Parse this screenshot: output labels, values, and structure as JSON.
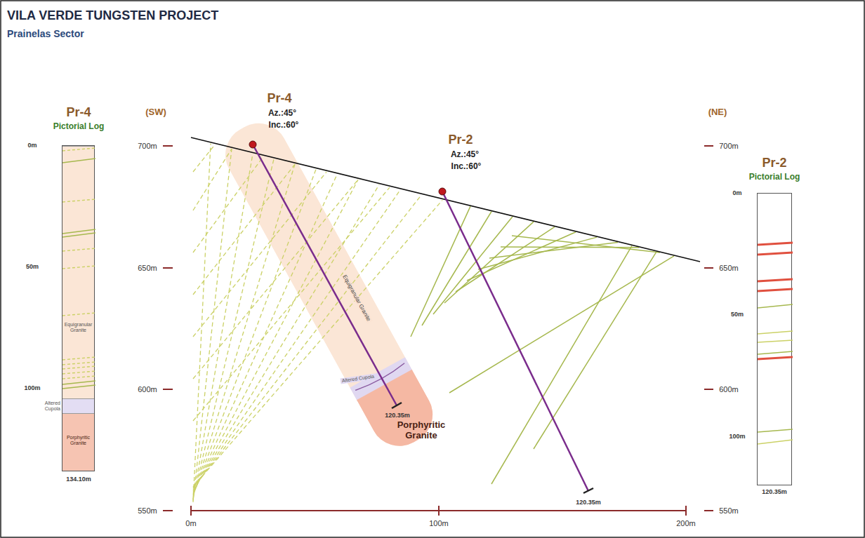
{
  "diagram": {
    "title": "VILA VERDE TUNGSTEN PROJECT",
    "nodes": [
      {
        "text": [
          "Pr-4",
          "Pictorial Log",
          "134.10m"
        ]
      },
      {
        "text": [
          "Equigranular Granite"
        ],
        "in": 0
      },
      {
        "text": [
          "Altered Cupola"
        ],
        "in": 0
      },
      {
        "text": [
          "Porphyritic Granite"
        ],
        "in": 0
      },
      {
        "text": [
          "Pr-2",
          "Pictorial Log",
          "120.35m"
        ]
      }
    ],
    "labels": [
      "Prainelas Sector",
      "(SW)",
      "(NE)",
      "700m",
      "650m",
      "600m",
      "550m",
      "700m",
      "650m",
      "600m",
      "550m",
      "0m",
      "100m",
      "200m",
      "Pr-4",
      "Az.:45°",
      "Inc.:60°",
      "Pr-2",
      "Az.:45°",
      "Inc.:60°",
      "Equigranular Granite",
      "Altered Cupola",
      "120.35m",
      "Porphyritic Granite",
      "120.35m",
      "0m",
      "50m",
      "100m",
      "0m",
      "50m",
      "100m"
    ]
  }
}
